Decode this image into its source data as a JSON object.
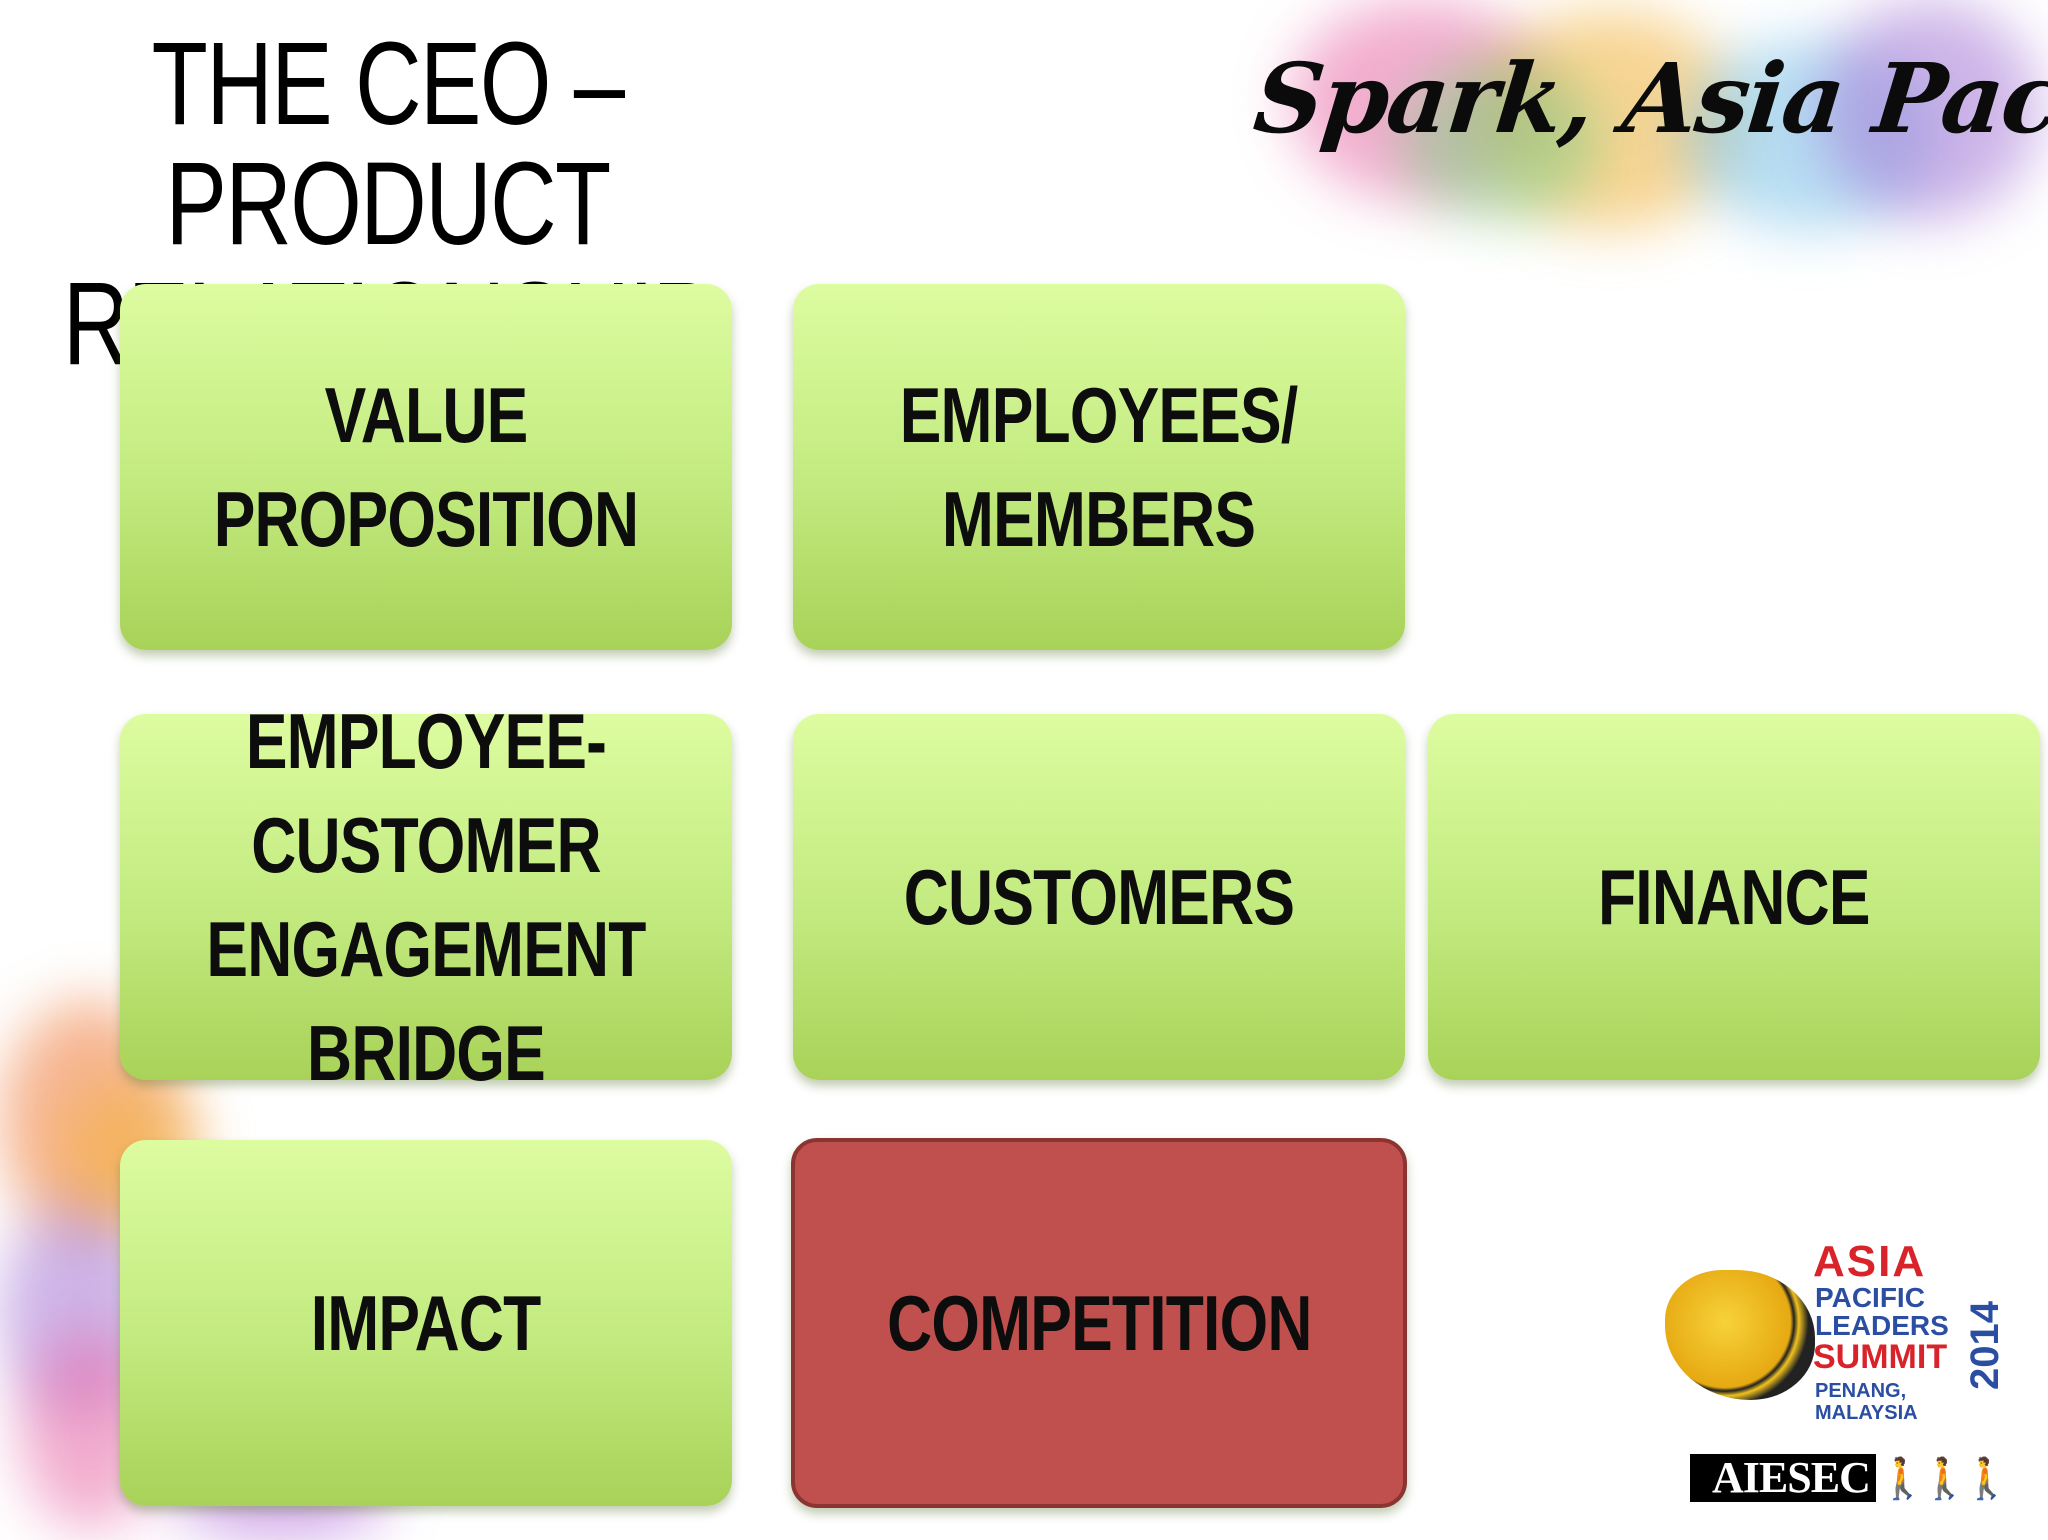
{
  "title": {
    "line1": "THE CEO – PRODUCT",
    "line2": "RELATIONSHIP"
  },
  "brand": "Spark, Asia Pacific!",
  "boxes": [
    {
      "label": "VALUE PROPOSITION",
      "color": "green"
    },
    {
      "label": "EMPLOYEES/\nMEMBERS",
      "color": "green"
    },
    {
      "label": "EMPLOYEE-\nCUSTOMER\nENGAGEMENT BRIDGE",
      "color": "green"
    },
    {
      "label": "CUSTOMERS",
      "color": "green"
    },
    {
      "label": "FINANCE",
      "color": "green"
    },
    {
      "label": "IMPACT",
      "color": "green"
    },
    {
      "label": "COMPETITION",
      "color": "red"
    }
  ],
  "summit": {
    "asia": "ASIA",
    "pacific": "PACIFIC",
    "leaders": "LEADERS",
    "summit": "SUMMIT",
    "year": "2014",
    "location": "PENANG, MALAYSIA"
  },
  "aiesec": "AIESEC",
  "colors": {
    "box_green": "#c2ea7f",
    "box_red": "#c0504d"
  }
}
